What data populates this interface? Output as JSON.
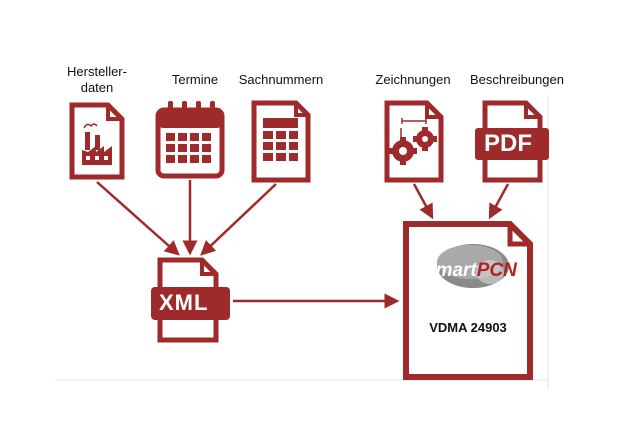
{
  "sources": [
    {
      "id": "herstellerdaten",
      "label_line1": "Hersteller-",
      "label_line2": "daten",
      "icon": "factory-icon"
    },
    {
      "id": "termine",
      "label": "Termine",
      "icon": "calendar-icon"
    },
    {
      "id": "sachnummern",
      "label": "Sachnummern",
      "icon": "table-document-icon"
    },
    {
      "id": "zeichnungen",
      "label": "Zeichnungen",
      "icon": "gears-drawing-icon"
    },
    {
      "id": "beschreibungen",
      "label": "Beschreibungen",
      "icon": "pdf-document-icon"
    }
  ],
  "xml": {
    "label": "XML"
  },
  "pdf": {
    "label": "PDF"
  },
  "target": {
    "logo_smart": "smart",
    "logo_pcn": "PCN",
    "standard": "VDMA 24903"
  },
  "colors": {
    "primary": "#9e2a2b",
    "border": "#e8e8e8"
  }
}
